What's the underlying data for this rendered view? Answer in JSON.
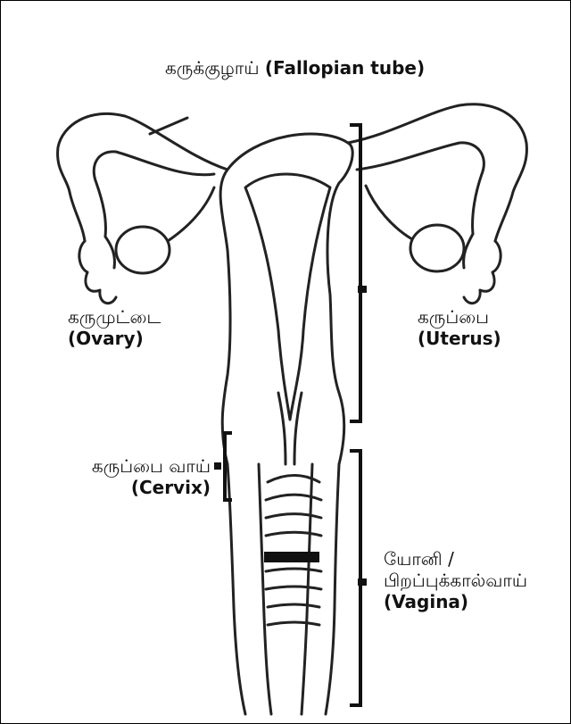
{
  "labels": {
    "fallopian": {
      "tamil": "கருக்குழாய்",
      "english": "(Fallopian tube)"
    },
    "ovary": {
      "tamil": "கருமுட்டை",
      "english": "(Ovary)"
    },
    "uterus": {
      "tamil": "கருப்பை",
      "english": "(Uterus)"
    },
    "cervix": {
      "tamil": "கருப்பை வாய்",
      "english": "(Cervix)"
    },
    "vagina": {
      "tamil_line1": "யோனி /",
      "tamil_line2": "பிறப்புக்கால்வாய்",
      "english": "(Vagina)"
    }
  }
}
